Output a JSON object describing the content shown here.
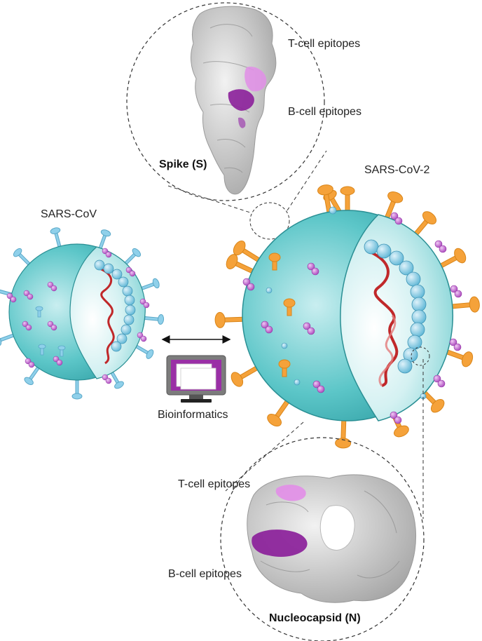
{
  "labels": {
    "spike_t_cell": "T-cell epitopes",
    "spike_b_cell": "B-cell epitopes",
    "spike_title": "Spike (S)",
    "sars_cov2": "SARS-CoV-2",
    "sars_cov": "SARS-CoV",
    "bioinformatics": "Bioinformatics",
    "nuc_t_cell": "T-cell epitopes",
    "nuc_b_cell": "B-cell epitopes",
    "nuc_title": "Nucleocapsid (N)"
  },
  "colors": {
    "virion_teal": "#5cc6c8",
    "virion_dark": "#2a9ea3",
    "spike_orange": "#f5a23a",
    "spike_blue": "#8fd0ea",
    "epitope_purple": "#b455c4",
    "epitope_light": "#e0a3e8",
    "rna_red": "#c0282a",
    "protein_gray": "#c9c9c9",
    "monitor_purple": "#9a2fa6"
  }
}
